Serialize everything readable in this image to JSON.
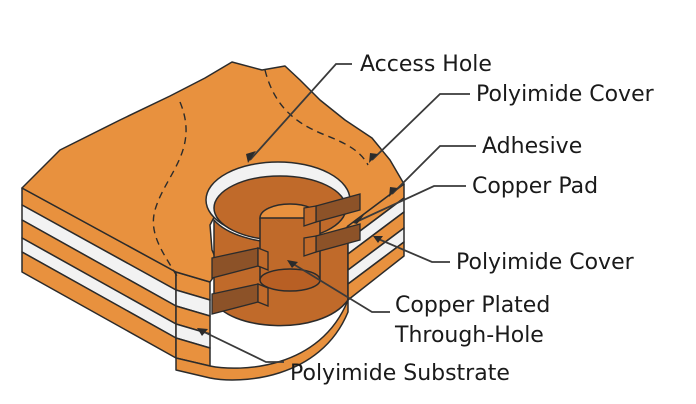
{
  "labels": {
    "access_hole": "Access Hole",
    "polyimide_cover_top": "Polyimide Cover",
    "adhesive": "Adhesive",
    "copper_pad": "Copper Pad",
    "polyimide_cover_bottom": "Polyimide Cover",
    "copper_plated_line1": "Copper Plated",
    "copper_plated_line2": "Through-Hole",
    "polyimide_substrate": "Polyimide Substrate"
  },
  "colors": {
    "polyimide_orange": "#e8913e",
    "copper_dark": "#c06a2a",
    "copper_pad_brown": "#8c5228",
    "adhesive_white": "#f2f2f2",
    "outline": "#2b2b2b"
  }
}
